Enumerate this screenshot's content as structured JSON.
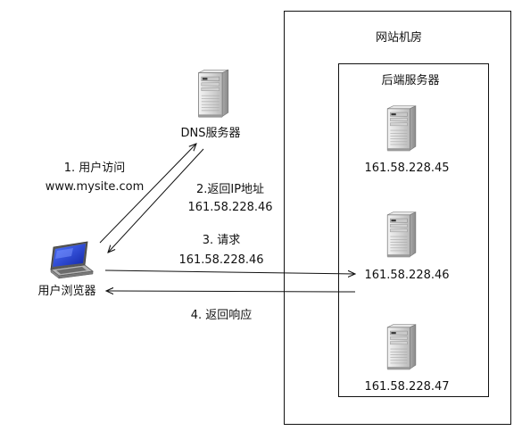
{
  "datacenter": {
    "title": "网站机房"
  },
  "backend": {
    "title": "后端服务器",
    "servers": [
      {
        "ip": "161.58.228.45",
        "icon": "server-tower-icon"
      },
      {
        "ip": "161.58.228.46",
        "icon": "server-tower-icon"
      },
      {
        "ip": "161.58.228.47",
        "icon": "server-tower-icon"
      }
    ]
  },
  "dns": {
    "label": "DNS服务器",
    "icon": "server-tower-icon"
  },
  "client": {
    "label": "用户浏览器",
    "icon": "laptop-icon"
  },
  "steps": {
    "step1_line1": "1. 用户访问",
    "step1_line2": "www.mysite.com",
    "step2_line1": "2.返回IP地址",
    "step2_line2": "161.58.228.46",
    "step3_line1": "3. 请求",
    "step3_line2": "161.58.228.46",
    "step4_line1": "4. 返回响应"
  },
  "colors": {
    "stroke": "#111111",
    "server_body": "#dcdcdc",
    "laptop_screen": "#1f3fd6",
    "laptop_body": "#9a9a9a"
  }
}
